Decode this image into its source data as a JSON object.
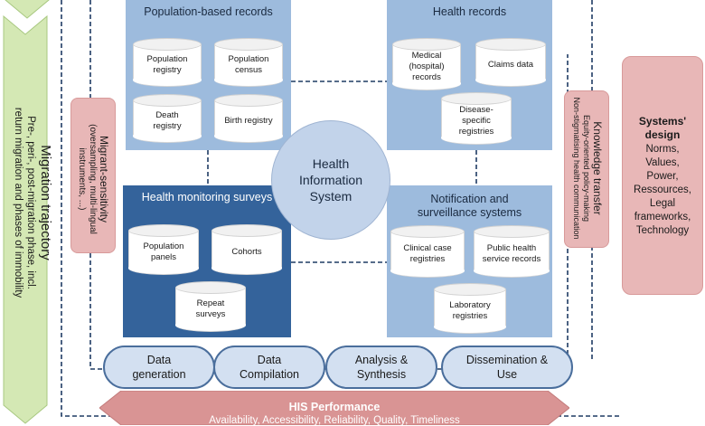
{
  "migration": {
    "title": "Migration trajectory",
    "line1": "Pre-, peri-, post-migration phase, incl.",
    "line2": "return migration and phases of immobility"
  },
  "migrant_sensitivity": {
    "title": "Migrant-sensitivity",
    "sub1": "(oversampling, multi-lingual",
    "sub2": "instruments, ...)"
  },
  "knowledge_transfer": {
    "title": "Knowledge transfer",
    "sub1": "Equity-oriented policy-making",
    "sub2": "Non-stigmatising health communication"
  },
  "systems_design": {
    "title": "Systems' design",
    "items": [
      "Norms,",
      "Values,",
      "Power,",
      "Ressources,",
      "Legal frameworks,",
      "Technology"
    ]
  },
  "panels": {
    "population": {
      "title": "Population-based records",
      "items": [
        "Population registry",
        "Population census",
        "Death registry",
        "Birth registry"
      ]
    },
    "health": {
      "title": "Health records",
      "items": [
        "Medical (hospital) records",
        "Claims data",
        "Disease-specific registries"
      ]
    },
    "monitoring": {
      "title": "Health monitoring surveys",
      "items": [
        "Population panels",
        "Cohorts",
        "Repeat surveys"
      ]
    },
    "notification": {
      "title": "Notification and surveillance systems",
      "items": [
        "Clinical case registries",
        "Public health service records",
        "Laboratory registries"
      ]
    }
  },
  "center": {
    "label": "Health Information System"
  },
  "steps": [
    "Data generation",
    "Data Compilation",
    "Analysis & Synthesis",
    "Dissemination & Use"
  ],
  "performance": {
    "title": "HIS Performance",
    "subtitle": "Availability, Accessibility, Reliability, Quality, Timeliness"
  },
  "colors": {
    "light_panel": "#9dbbdd",
    "dark_panel": "#34639b",
    "pink": "#e8b7b7",
    "arrow_green": "#d4e8b4",
    "performance": "#d99494"
  }
}
